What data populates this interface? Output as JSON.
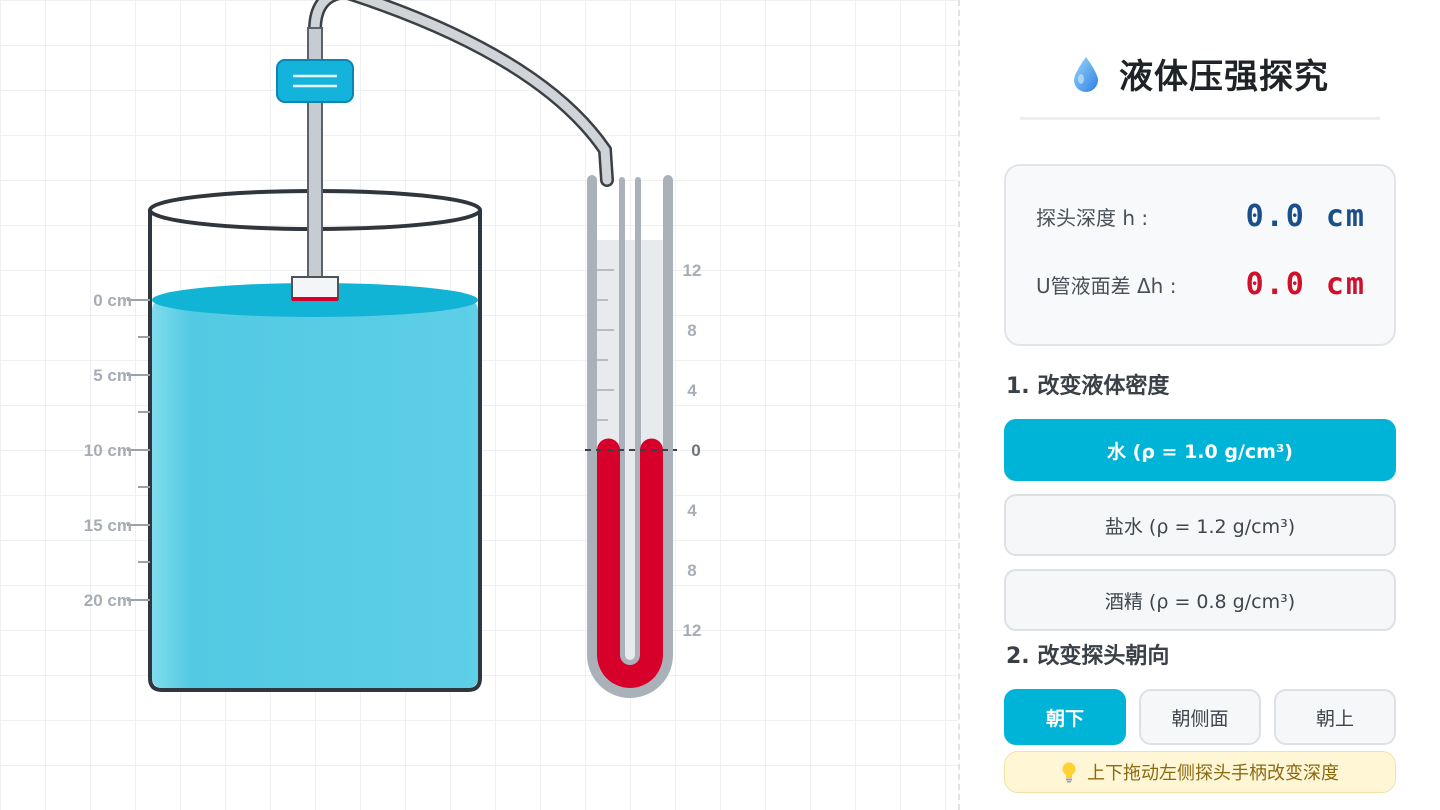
{
  "panel": {
    "title": "液体压强探究",
    "title_icon": "droplet-icon",
    "readout": {
      "depth_label": "探头深度 h :",
      "depth_value": "0.0 cm",
      "diff_label": "U管液面差 Δh :",
      "diff_value": "0.0 cm"
    },
    "section1": "1. 改变液体密度",
    "liquids": [
      {
        "label": "水 (ρ = 1.0 g/cm³)",
        "active": true
      },
      {
        "label": "盐水 (ρ = 1.2 g/cm³)",
        "active": false
      },
      {
        "label": "酒精 (ρ = 0.8 g/cm³)",
        "active": false
      }
    ],
    "section2": "2. 改变探头朝向",
    "orientations": [
      {
        "label": "朝下",
        "active": true
      },
      {
        "label": "朝侧面",
        "active": false
      },
      {
        "label": "朝上",
        "active": false
      }
    ],
    "tip_icon": "lightbulb-icon",
    "tip": "上下拖动左侧探头手柄改变深度"
  },
  "beaker": {
    "scale_labels": [
      "0 cm",
      "5 cm",
      "10 cm",
      "15 cm",
      "20 cm"
    ],
    "liquid_color": "#5bcfe6"
  },
  "u_tube": {
    "scale_labels_upper": [
      "12",
      "8",
      "4"
    ],
    "zero_label": "0",
    "scale_labels_lower": [
      "4",
      "8",
      "12"
    ],
    "liquid_color": "#d7002a",
    "left_level_cm": 0,
    "right_level_cm": 0
  },
  "colors": {
    "accent": "#00b4d8",
    "depth_value": "#1a4f8b",
    "diff_value": "#d0112b"
  }
}
